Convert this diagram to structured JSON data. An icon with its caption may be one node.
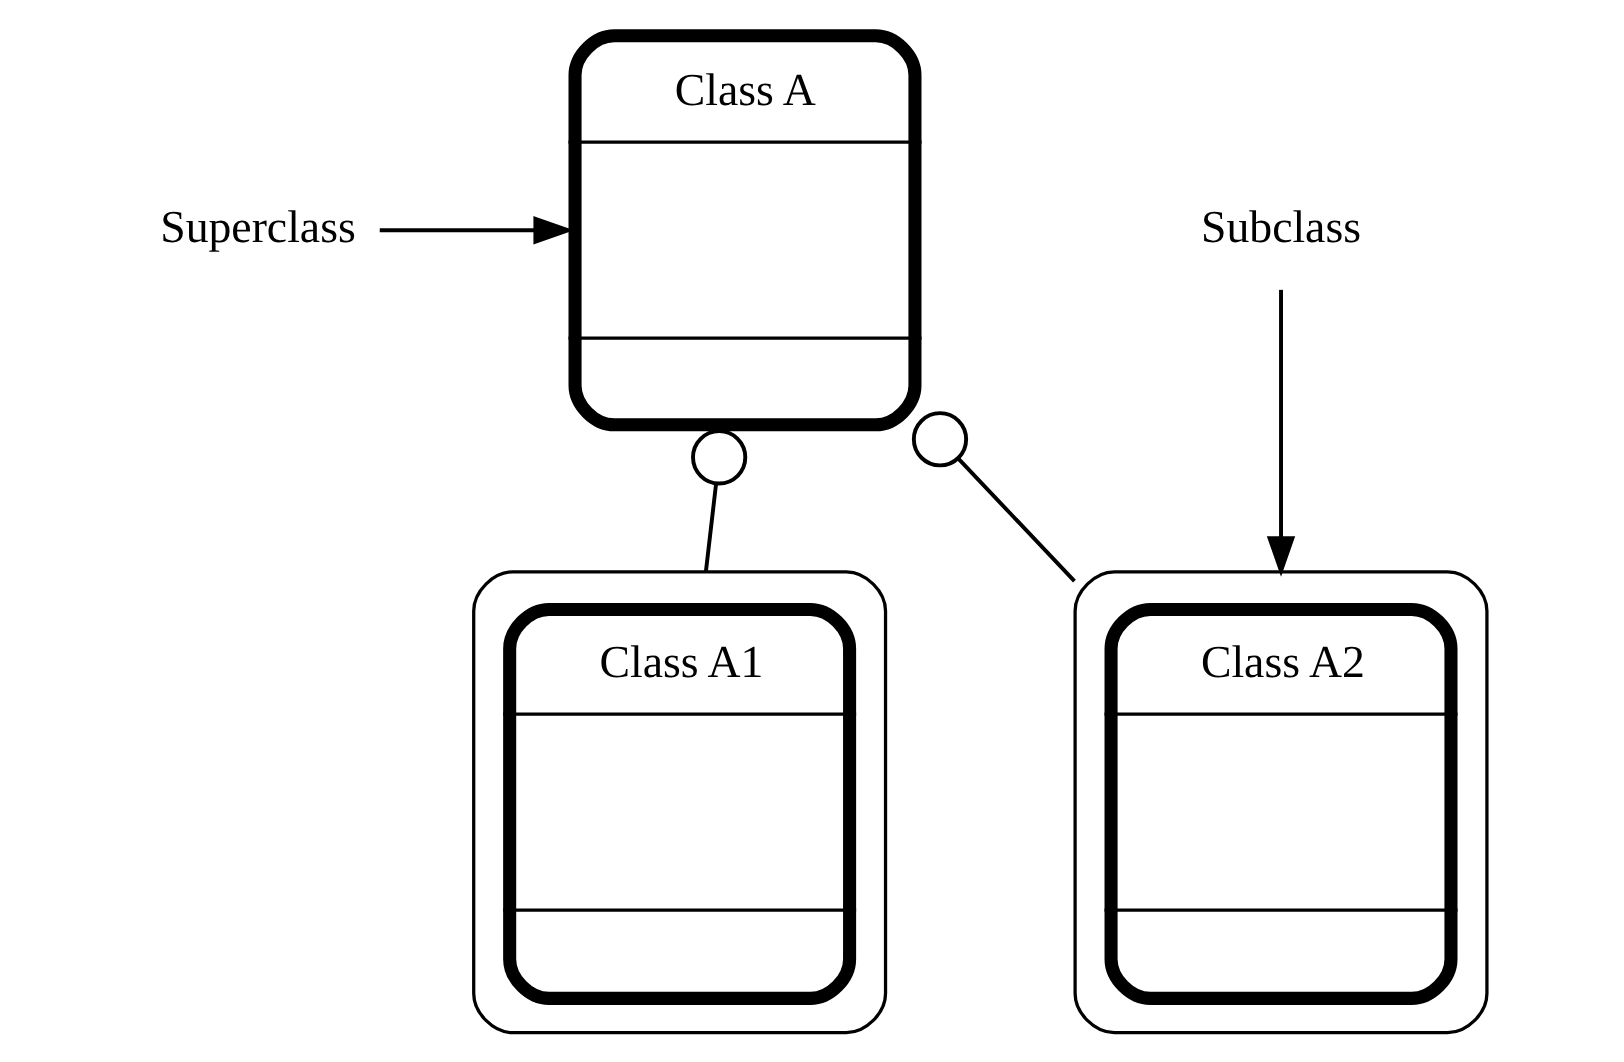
{
  "diagram": {
    "nodes": [
      {
        "text": [
          "Class A"
        ]
      },
      {
        "text": [
          "Superclass"
        ]
      },
      {
        "text": [
          "Subclass"
        ]
      },
      {
        "text": [
          "Class A1"
        ]
      },
      {
        "text": [
          "Class A2"
        ]
      }
    ],
    "edges": [
      {
        "from": 0,
        "to": 3,
        "arrow": "other"
      },
      {
        "from": 0,
        "to": 4,
        "arrow": "other"
      },
      {
        "from": 1,
        "to": 0,
        "arrow": "to"
      },
      {
        "from": 2,
        "to": 4,
        "arrow": "to"
      }
    ]
  }
}
